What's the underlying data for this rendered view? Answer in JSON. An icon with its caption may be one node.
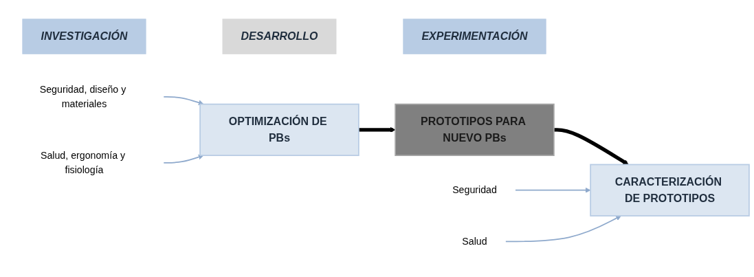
{
  "diagram": {
    "nodes": [
      {
        "text": [
          "INVESTIGACIÓN"
        ]
      },
      {
        "text": [
          "DESARROLLO"
        ]
      },
      {
        "text": [
          "EXPERIMENTACIÓN"
        ]
      },
      {
        "text": [
          "OPTIMIZACIÓN DE PBs"
        ]
      },
      {
        "text": [
          "PROTOTIPOS PARA NUEVO PBs"
        ]
      },
      {
        "text": [
          "CARACTERIZACIÓN DE PROTOTIPOS"
        ]
      },
      {
        "text": [
          "Seguridad, diseño y materiales"
        ]
      },
      {
        "text": [
          "Salud, ergonomía y fisiología"
        ]
      },
      {
        "text": [
          "Seguridad"
        ]
      },
      {
        "text": [
          "Salud"
        ]
      }
    ],
    "edges": [
      {
        "from": 3,
        "to": 4,
        "arrow": "to",
        "style": "thick",
        "color": "#000000"
      },
      {
        "from": 4,
        "to": 5,
        "arrow": "to",
        "style": "thick",
        "color": "#000000"
      },
      {
        "from": 6,
        "to": 3,
        "arrow": "to"
      },
      {
        "from": 7,
        "to": 3,
        "arrow": "to"
      },
      {
        "from": 8,
        "to": 5,
        "arrow": "to"
      },
      {
        "from": 9,
        "to": 5,
        "arrow": "to"
      }
    ]
  }
}
